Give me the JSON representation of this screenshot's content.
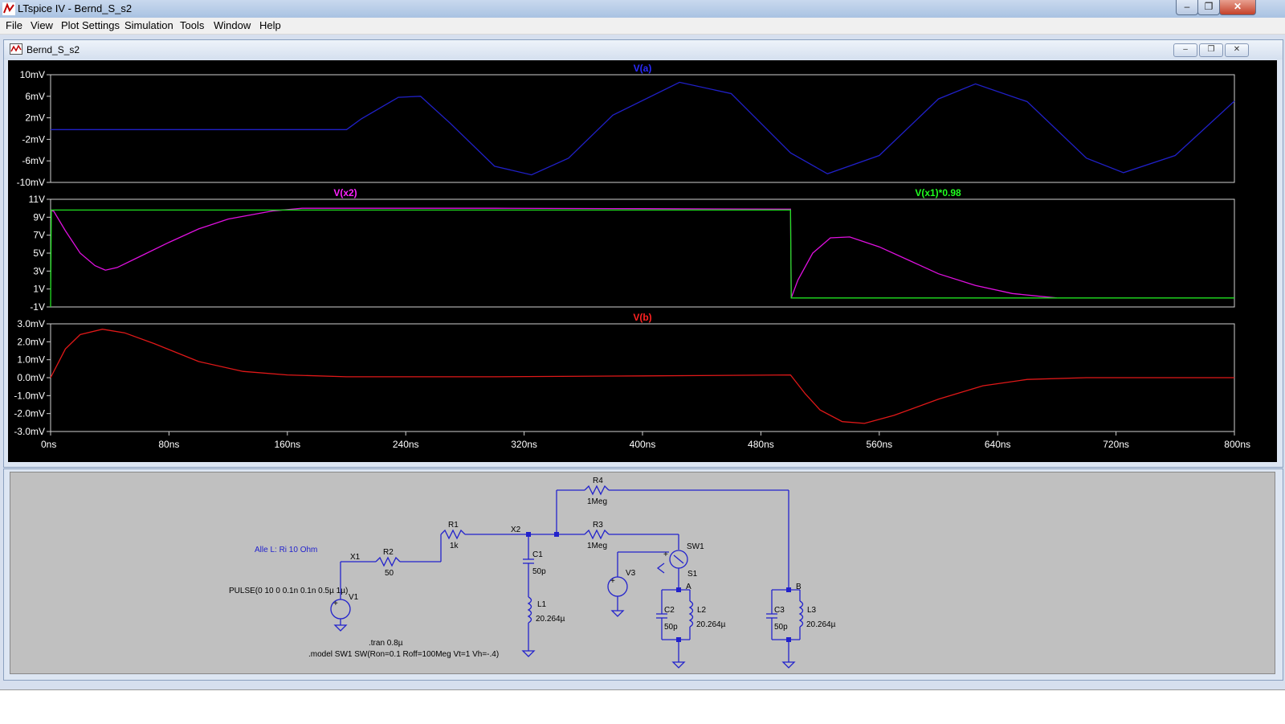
{
  "app": {
    "title": "LTspice IV - Bernd_S_s2"
  },
  "window_controls": {
    "minimize": "–",
    "restore": "❐",
    "close": "✕"
  },
  "menu": [
    "File",
    "View",
    "Plot Settings",
    "Simulation",
    "Tools",
    "Window",
    "Help"
  ],
  "plot_window": {
    "title": "Bernd_S_s2"
  },
  "mdi_controls": {
    "minimize": "–",
    "restore": "❐",
    "close": "✕"
  },
  "chart_data": [
    {
      "type": "line",
      "title": "V(a)",
      "ylim": [
        -10,
        10
      ],
      "yunit": "mV",
      "yticks": [
        "10mV",
        "6mV",
        "2mV",
        "-2mV",
        "-6mV",
        "-10mV"
      ],
      "ytick_values": [
        10,
        6,
        2,
        -2,
        -6,
        -10
      ],
      "series": [
        {
          "name": "V(a)",
          "color": "#2020c8",
          "x": [
            0,
            200,
            210,
            235,
            250,
            270,
            300,
            325,
            350,
            380,
            425,
            460,
            500,
            525,
            560,
            600,
            625,
            660,
            700,
            725,
            760,
            800
          ],
          "y": [
            -0.2,
            -0.2,
            1.8,
            5.8,
            6.0,
            1.0,
            -7.0,
            -8.6,
            -5.5,
            2.5,
            8.6,
            6.5,
            -4.5,
            -8.4,
            -5.0,
            5.5,
            8.3,
            5.0,
            -5.5,
            -8.2,
            -5.0,
            5.1
          ]
        }
      ]
    },
    {
      "type": "line",
      "title": "V(x2)",
      "ylim": [
        -1,
        11
      ],
      "yunit": "V",
      "yticks": [
        "11V",
        "9V",
        "7V",
        "5V",
        "3V",
        "1V",
        "-1V"
      ],
      "ytick_values": [
        11,
        9,
        7,
        5,
        3,
        1,
        -1
      ],
      "series": [
        {
          "name": "V(x2)",
          "color": "#e010e0",
          "x": [
            0,
            2,
            10,
            20,
            30,
            37,
            45,
            60,
            80,
            100,
            120,
            150,
            170,
            200,
            300,
            400,
            500,
            500.5,
            505,
            515,
            527,
            540,
            560,
            580,
            600,
            625,
            650,
            680
          ],
          "y": [
            9.7,
            9.7,
            7.5,
            5.0,
            3.6,
            3.1,
            3.4,
            4.6,
            6.2,
            7.7,
            8.8,
            9.7,
            10.0,
            10.0,
            10.0,
            9.95,
            9.9,
            0.0,
            2.0,
            5.0,
            6.7,
            6.8,
            5.7,
            4.2,
            2.7,
            1.4,
            0.5,
            0.0
          ]
        },
        {
          "name": "V(x1)*0.98",
          "color": "#20e020",
          "x": [
            0,
            0.5,
            500,
            500.5,
            800
          ],
          "y": [
            -1,
            9.8,
            9.8,
            0.0,
            0.0
          ]
        }
      ]
    },
    {
      "type": "line",
      "title": "V(b)",
      "ylim": [
        -3,
        3
      ],
      "yunit": "mV",
      "yticks": [
        "3.0mV",
        "2.0mV",
        "1.0mV",
        "0.0mV",
        "-1.0mV",
        "-2.0mV",
        "-3.0mV"
      ],
      "ytick_values": [
        3,
        2,
        1,
        0,
        -1,
        -2,
        -3
      ],
      "series": [
        {
          "name": "V(b)",
          "color": "#e01818",
          "x": [
            0,
            10,
            20,
            35,
            50,
            70,
            100,
            130,
            160,
            200,
            300,
            400,
            500,
            510,
            520,
            535,
            550,
            570,
            600,
            630,
            660,
            700,
            800
          ],
          "y": [
            0.0,
            1.6,
            2.4,
            2.7,
            2.5,
            1.9,
            0.9,
            0.35,
            0.15,
            0.05,
            0.05,
            0.1,
            0.15,
            -0.9,
            -1.8,
            -2.45,
            -2.55,
            -2.1,
            -1.2,
            -0.45,
            -0.1,
            0.0,
            0.0
          ]
        }
      ]
    }
  ],
  "x_axis": {
    "range": [
      0,
      800
    ],
    "unit": "ns",
    "ticks": [
      "0ns",
      "80ns",
      "160ns",
      "240ns",
      "320ns",
      "400ns",
      "480ns",
      "560ns",
      "640ns",
      "720ns",
      "800ns"
    ],
    "tick_values": [
      0,
      80,
      160,
      240,
      320,
      400,
      480,
      560,
      640,
      720,
      800
    ]
  },
  "schematic": {
    "comment": "Alle L: Ri 10 Ohm",
    "pulse": "PULSE(0 10 0 0.1n 0.1n 0.5µ 1µ)",
    "tran": ".tran 0.8µ",
    "model": ".model SW1 SW(Ron=0.1 Roff=100Meg Vt=1 Vh=-.4)",
    "labels": {
      "x1": "X1",
      "x2": "X2",
      "v1": "V1",
      "v3": "V3",
      "r1": "R1",
      "r1_val": "1k",
      "r2": "R2",
      "r2_val": "50",
      "r3": "R3",
      "r3_val": "1Meg",
      "r4": "R4",
      "r4_val": "1Meg",
      "c1": "C1",
      "c1_val": "50p",
      "l1": "L1",
      "l1_val": "20.264µ",
      "sw1": "SW1",
      "s1": "S1",
      "a": "A",
      "b": "B",
      "c2": "C2",
      "c2_val": "50p",
      "l2": "L2",
      "l2_val": "20.264µ",
      "c3": "C3",
      "c3_val": "50p",
      "l3": "L3",
      "l3_val": "20.264µ"
    }
  }
}
